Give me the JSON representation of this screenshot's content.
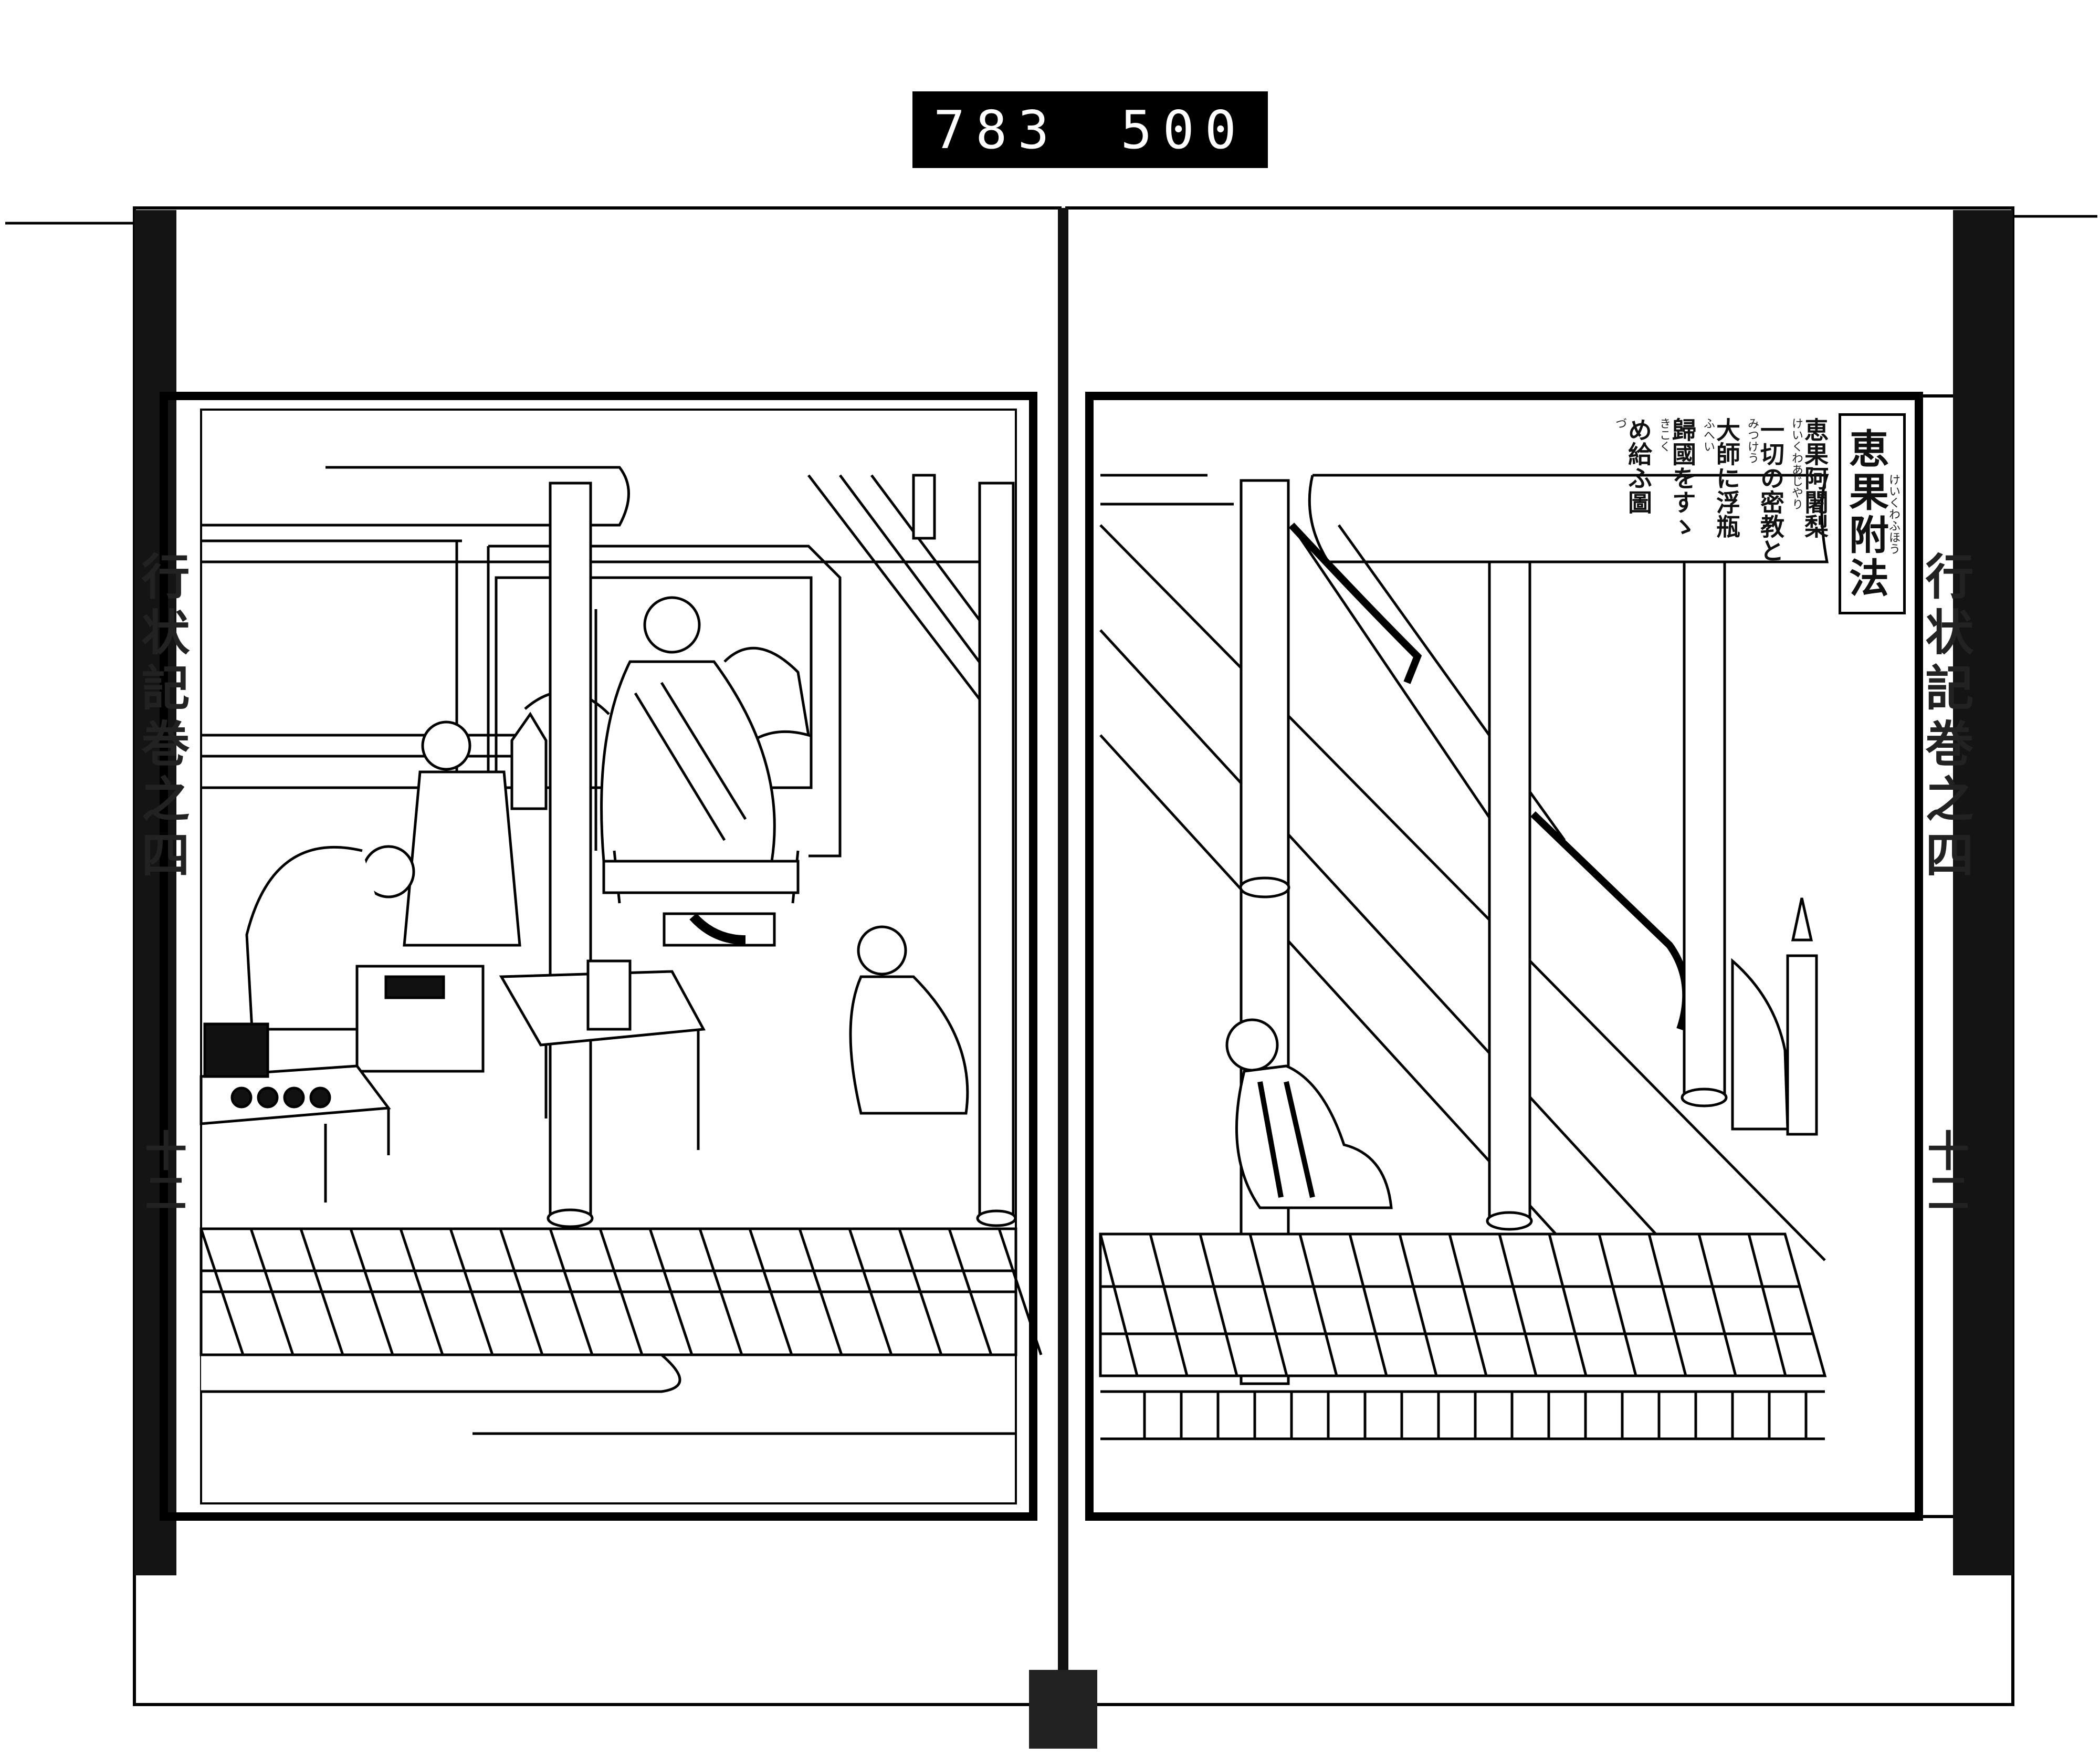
{
  "label": {
    "left_number": "783",
    "right_number": "500"
  },
  "left_margin": {
    "book_title": "行状記巻之四",
    "page_number": "十二"
  },
  "right_margin": {
    "book_title": "行状記巻之四",
    "page_number": "十二"
  },
  "illustration": {
    "title": "恵果附法",
    "title_ruby": "けいくわふほう",
    "caption_columns": [
      {
        "text": "恵果阿闍梨",
        "ruby": "けいくわあじやり"
      },
      {
        "text": "一切の密教と",
        "ruby": "みつけう"
      },
      {
        "text": "大師に浮瓶",
        "ruby": "ふへい"
      },
      {
        "text": "歸國をすゝ",
        "ruby": "きこく"
      },
      {
        "text": "め給ふ圖",
        "ruby": "づ"
      }
    ]
  }
}
